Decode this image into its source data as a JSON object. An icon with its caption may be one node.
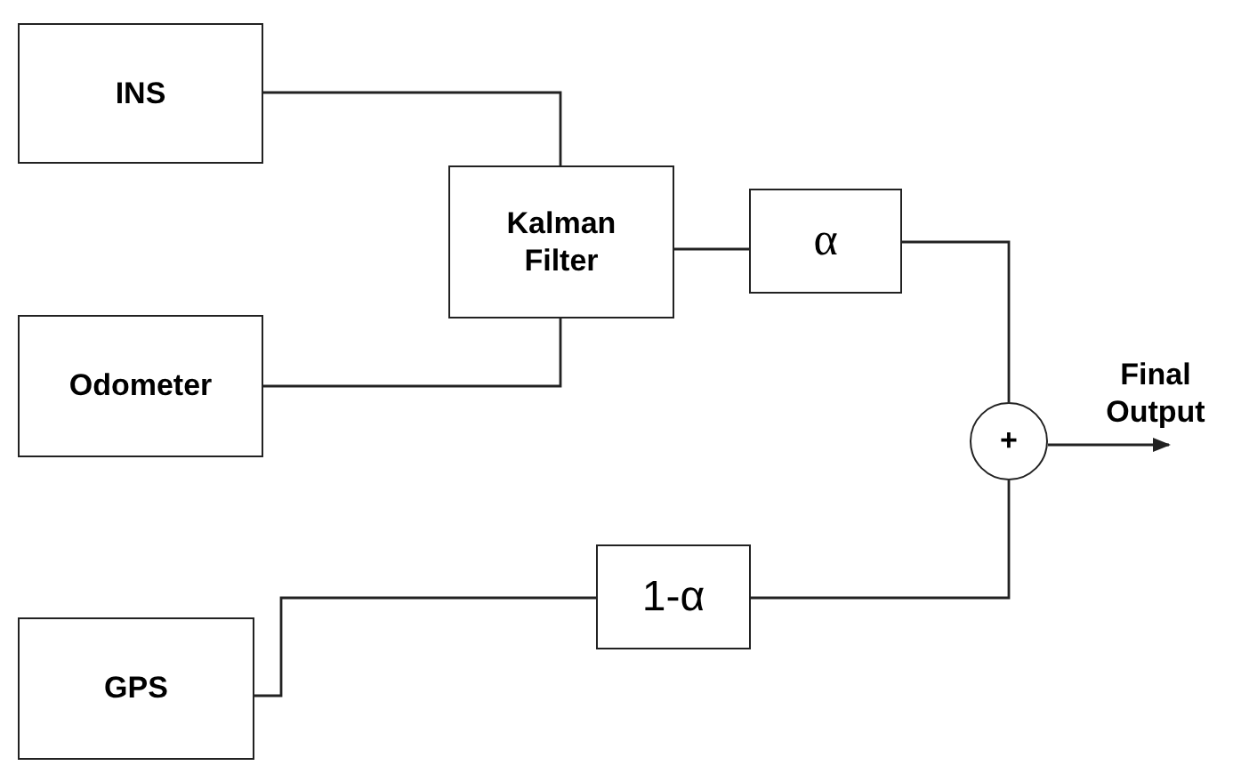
{
  "diagram": {
    "nodes": [
      {
        "text": [
          "INS"
        ]
      },
      {
        "text": [
          "Kalman Filter"
        ]
      },
      {
        "text": [
          "α"
        ]
      },
      {
        "text": [
          "Odometer"
        ]
      },
      {
        "text": [
          "+"
        ]
      },
      {
        "text": [
          "Final Output"
        ]
      },
      {
        "text": [
          "1-α"
        ]
      },
      {
        "text": [
          "GPS"
        ]
      }
    ],
    "edges": [
      {
        "from": 0,
        "to": 1,
        "arrow": "none"
      },
      {
        "from": 3,
        "to": 1,
        "arrow": "none"
      },
      {
        "from": 1,
        "to": 2,
        "arrow": "none"
      },
      {
        "from": 2,
        "to": 4,
        "arrow": "none"
      },
      {
        "from": 7,
        "to": 6,
        "arrow": "none"
      },
      {
        "from": 6,
        "to": 4,
        "arrow": "none"
      },
      {
        "from": 4,
        "to": 5,
        "arrow": "to"
      }
    ]
  }
}
